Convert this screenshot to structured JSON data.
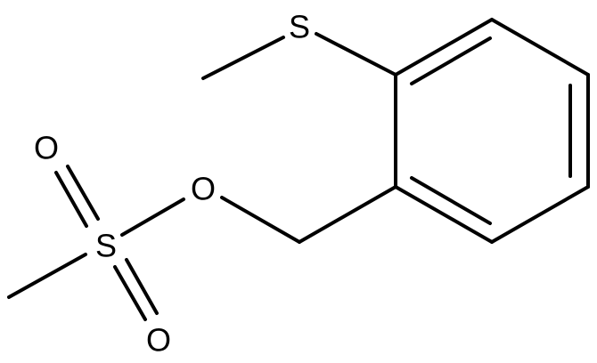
{
  "molecule": {
    "atoms": {
      "methylthio_s": "S",
      "ester_o": "O",
      "sulfonyl_s": "S",
      "sulfonyl_o_top": "O",
      "sulfonyl_o_bottom": "O"
    }
  }
}
